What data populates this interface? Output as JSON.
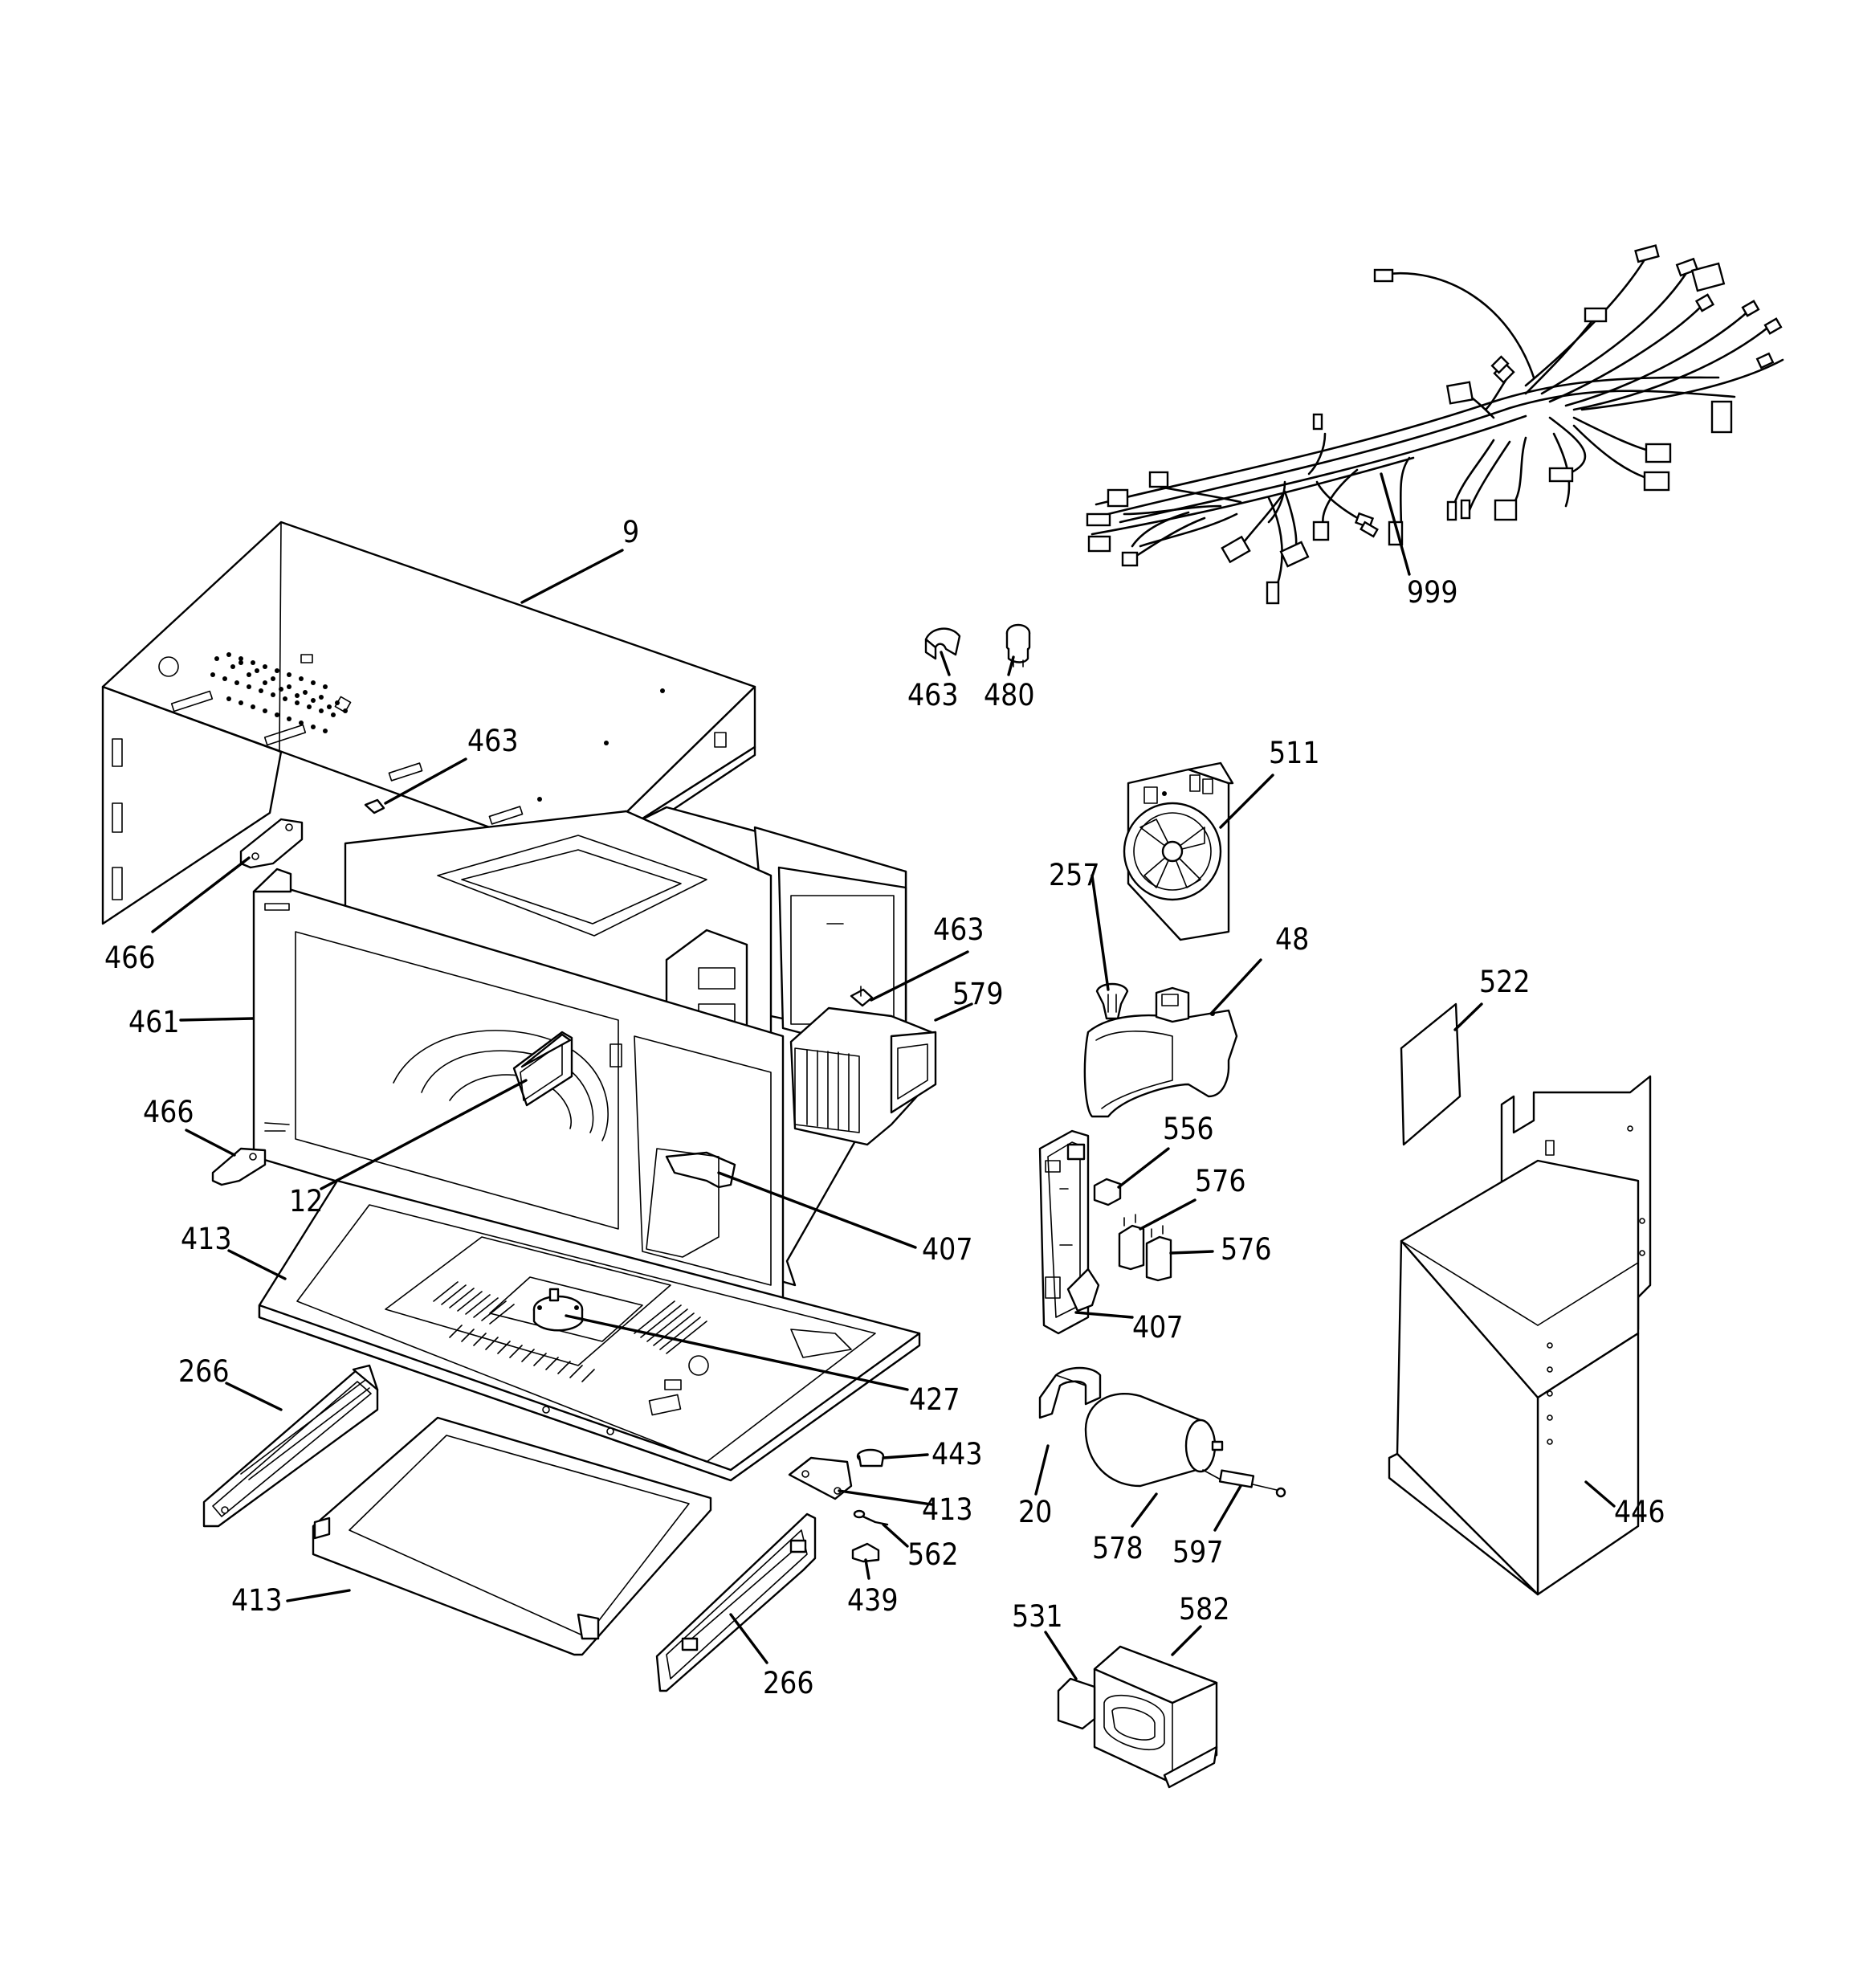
{
  "callouts": [
    {
      "id": "c-9",
      "text": "9"
    },
    {
      "id": "c-999",
      "text": "999"
    },
    {
      "id": "c-463-a",
      "text": "463"
    },
    {
      "id": "c-480",
      "text": "480"
    },
    {
      "id": "c-463-b",
      "text": "463"
    },
    {
      "id": "c-511",
      "text": "511"
    },
    {
      "id": "c-257",
      "text": "257"
    },
    {
      "id": "c-466-a",
      "text": "466"
    },
    {
      "id": "c-463-c",
      "text": "463"
    },
    {
      "id": "c-48",
      "text": "48"
    },
    {
      "id": "c-579",
      "text": "579"
    },
    {
      "id": "c-461",
      "text": "461"
    },
    {
      "id": "c-522",
      "text": "522"
    },
    {
      "id": "c-466-b",
      "text": "466"
    },
    {
      "id": "c-556",
      "text": "556"
    },
    {
      "id": "c-12",
      "text": "12"
    },
    {
      "id": "c-576-a",
      "text": "576"
    },
    {
      "id": "c-413-a",
      "text": "413"
    },
    {
      "id": "c-407-a",
      "text": "407"
    },
    {
      "id": "c-576-b",
      "text": "576"
    },
    {
      "id": "c-407-b",
      "text": "407"
    },
    {
      "id": "c-266-a",
      "text": "266"
    },
    {
      "id": "c-427",
      "text": "427"
    },
    {
      "id": "c-443",
      "text": "443"
    },
    {
      "id": "c-413-b",
      "text": "413"
    },
    {
      "id": "c-20",
      "text": "20"
    },
    {
      "id": "c-446",
      "text": "446"
    },
    {
      "id": "c-562",
      "text": "562"
    },
    {
      "id": "c-578",
      "text": "578"
    },
    {
      "id": "c-597",
      "text": "597"
    },
    {
      "id": "c-413-c",
      "text": "413"
    },
    {
      "id": "c-439",
      "text": "439"
    },
    {
      "id": "c-531",
      "text": "531"
    },
    {
      "id": "c-582",
      "text": "582"
    },
    {
      "id": "c-266-b",
      "text": "266"
    }
  ]
}
